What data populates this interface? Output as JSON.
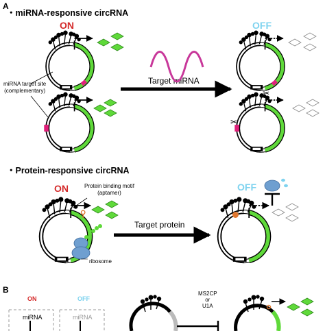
{
  "panelA": {
    "letter": "A",
    "mirna_section": {
      "title": "・miRNA-responsive circRNA",
      "on_label": "ON",
      "off_label": "OFF",
      "target_site_label": "miRNA target site\n(complementary)",
      "arrow_label": "Target miRNA"
    },
    "protein_section": {
      "title": "・Protein-responsive circRNA",
      "on_label": "ON",
      "off_label": "OFF",
      "motif_label": "Protein binding motif\n(aptamer)",
      "ribosome_label": "ribosome",
      "arrow_label": "Target protein"
    }
  },
  "panelB": {
    "letter": "B",
    "box_on_header": "ON",
    "box_off_header": "OFF",
    "box_on_text": "miRNA",
    "box_off_text": "miRNA",
    "effector_label": "MS2CP\nor\nU1A"
  },
  "colors": {
    "orf_green": "#5fd93a",
    "mirna_site": "#e0207a",
    "aptamer": "#e07830",
    "mirna_wave": "#c8389a",
    "ribosome": "#6f9fd0",
    "protein": "#555555",
    "on_red": "#d42a2a",
    "off_blue": "#7fd3ef"
  }
}
